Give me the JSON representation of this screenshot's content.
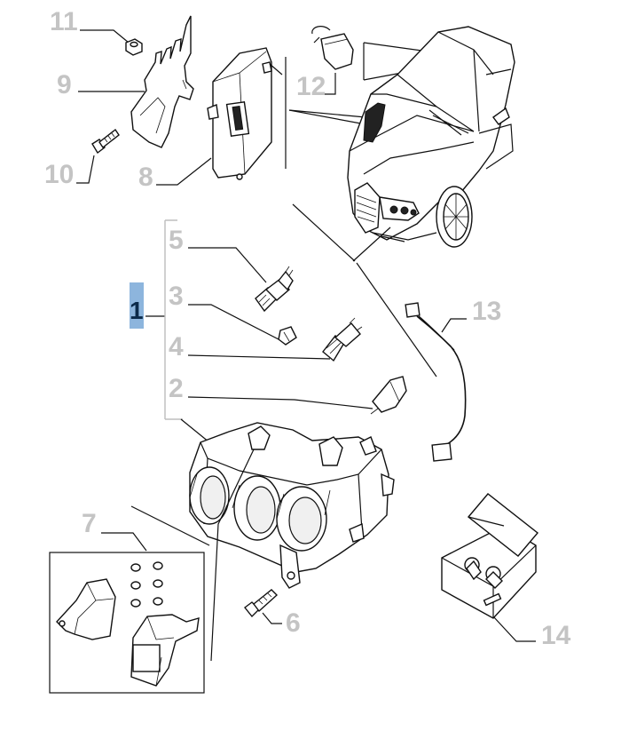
{
  "diagram": {
    "selected_callout": "1",
    "colors": {
      "callout_grey": "#c4c4c4",
      "selected_bg": "#8db5dd",
      "selected_text": "#0b2a4a",
      "line": "#111111"
    },
    "callouts": [
      {
        "id": "c1",
        "number": "1"
      },
      {
        "id": "c2",
        "number": "2"
      },
      {
        "id": "c3",
        "number": "3"
      },
      {
        "id": "c4",
        "number": "4"
      },
      {
        "id": "c5",
        "number": "5"
      },
      {
        "id": "c6",
        "number": "6"
      },
      {
        "id": "c7",
        "number": "7"
      },
      {
        "id": "c8",
        "number": "8"
      },
      {
        "id": "c9",
        "number": "9"
      },
      {
        "id": "c10",
        "number": "10"
      },
      {
        "id": "c11",
        "number": "11"
      },
      {
        "id": "c12",
        "number": "12"
      },
      {
        "id": "c13",
        "number": "13"
      },
      {
        "id": "c14",
        "number": "14"
      }
    ]
  }
}
